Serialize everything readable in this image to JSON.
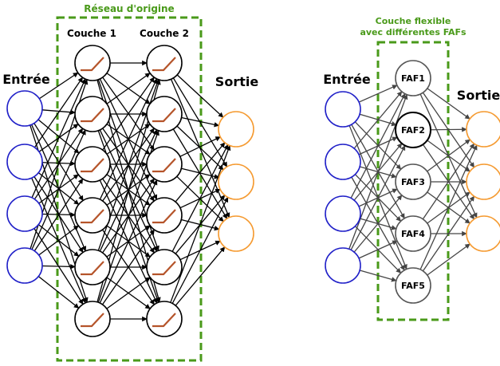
{
  "left": {
    "title": "Réseau d'origine",
    "input_label": "Entrée",
    "output_label": "Sortie",
    "layer1_label": "Couche 1",
    "layer2_label": "Couche 2",
    "inputs": 4,
    "hidden_per_layer": 6,
    "outputs": 3
  },
  "right": {
    "title_line1": "Couche flexible",
    "title_line2": "avec différentes FAFs",
    "input_label": "Entrée",
    "output_label": "Sortie",
    "faf_labels": [
      "FAF1",
      "FAF2",
      "FAF3",
      "FAF4",
      "FAF5"
    ],
    "inputs": 4,
    "outputs": 3
  },
  "colors": {
    "input": "#2020c8",
    "output": "#f59a30",
    "activation": "#b5542a",
    "frame": "#4a9a1a",
    "edge_left": "#000000",
    "edge_right": "#444444"
  }
}
